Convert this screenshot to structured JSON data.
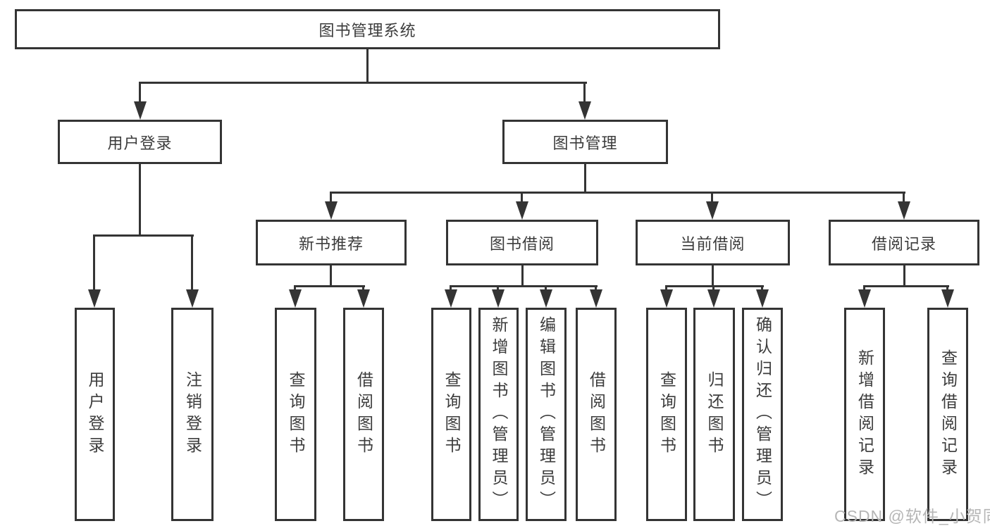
{
  "diagram": {
    "type": "function-structure-tree",
    "title": "图书管理系统",
    "colors": {
      "line": "#343434",
      "text": "#3c3c3c",
      "background": "#ffffff",
      "watermark": "#b6b6b6"
    },
    "nodes": {
      "root": {
        "label": "图书管理系统"
      },
      "user_login": {
        "label": "用户登录"
      },
      "book_mgmt": {
        "label": "图书管理"
      },
      "login": {
        "label": "用户登录"
      },
      "logout": {
        "label": "注销登录"
      },
      "new_book_rec": {
        "label": "新书推荐"
      },
      "book_borrow": {
        "label": "图书借阅"
      },
      "current_borrow": {
        "label": "当前借阅"
      },
      "borrow_record": {
        "label": "借阅记录"
      },
      "nb_query": {
        "label": "查询图书"
      },
      "nb_borrow": {
        "label": "借阅图书"
      },
      "bb_query": {
        "label": "查询图书"
      },
      "bb_add": {
        "label": "新增图书（管理员）"
      },
      "bb_edit": {
        "label": "编辑图书（管理员）"
      },
      "bb_borrow": {
        "label": "借阅图书"
      },
      "cb_query": {
        "label": "查询图书"
      },
      "cb_return": {
        "label": "归还图书"
      },
      "cb_confirm": {
        "label": "确认归还（管理员）"
      },
      "br_add": {
        "label": "新增借阅记录"
      },
      "br_query": {
        "label": "查询借阅记录"
      }
    },
    "hierarchy": {
      "root": [
        "user_login",
        "book_mgmt"
      ],
      "user_login": [
        "login",
        "logout"
      ],
      "book_mgmt": [
        "new_book_rec",
        "book_borrow",
        "current_borrow",
        "borrow_record"
      ],
      "new_book_rec": [
        "nb_query",
        "nb_borrow"
      ],
      "book_borrow": [
        "bb_query",
        "bb_add",
        "bb_edit",
        "bb_borrow"
      ],
      "current_borrow": [
        "cb_query",
        "cb_return",
        "cb_confirm"
      ],
      "borrow_record": [
        "br_add",
        "br_query"
      ]
    }
  },
  "watermark": {
    "text": "CSDN @软件_小贺同学"
  }
}
